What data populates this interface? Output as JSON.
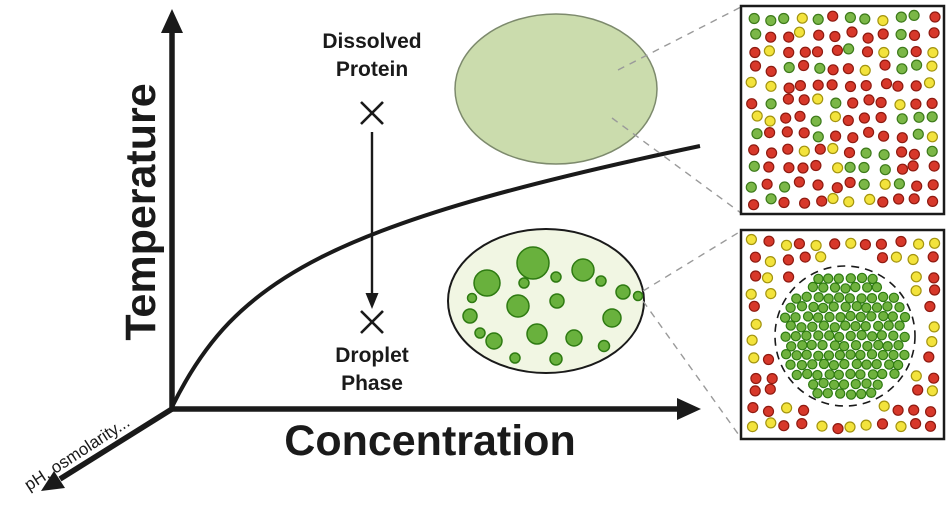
{
  "axes": {
    "y_label": "Temperature",
    "x_label": "Concentration",
    "z_label": "pH, osmolarity..."
  },
  "annotations": {
    "dissolved_line1": "Dissolved",
    "dissolved_line2": "Protein",
    "droplet_line1": "Droplet",
    "droplet_line2": "Phase"
  },
  "palette": {
    "ink": "#1a1a1a",
    "dissolved_ellipse_fill": "#cbdcad",
    "dissolved_ellipse_stroke": "#7d8a6d",
    "droplet_ellipse_fill": "#f1f6e3",
    "droplet_ellipse_stroke": "#1a1a1a",
    "droplet_fill": "#69b13d",
    "droplet_stroke": "#2e7a12",
    "zoom_line": "#9a9a9a",
    "red_dot_fill": "#d7382a",
    "red_dot_stroke": "#8e1a10",
    "green_dot_fill": "#7bb747",
    "green_dot_stroke": "#3d7a1a",
    "yellow_dot_fill": "#f3e33c",
    "yellow_dot_stroke": "#a3940f",
    "condensate_dot_fill": "#6fb23e",
    "condensate_dot_stroke": "#2e7a12"
  },
  "insets": {
    "mixed": {
      "color_weights": {
        "red": 0.45,
        "green": 0.33,
        "yellow": 0.22
      }
    },
    "demixed": {
      "outside_color_weights": {
        "red": 0.58,
        "yellow": 0.42
      }
    }
  }
}
